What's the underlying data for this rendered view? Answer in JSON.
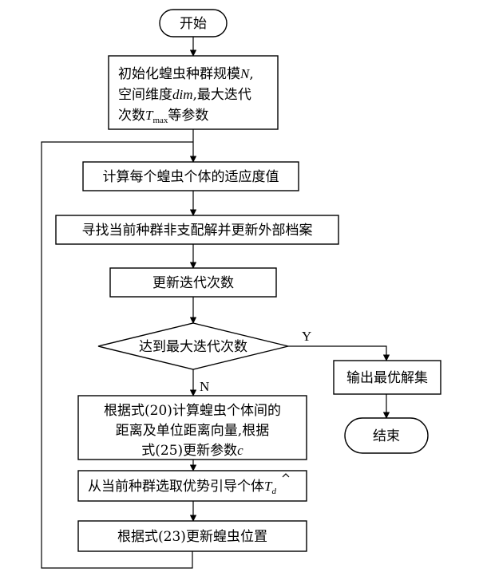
{
  "nodes": {
    "start": "开始",
    "init": {
      "line1_pre": "初始化蝗虫种群规模",
      "line1_var": "N",
      "line1_post": ",",
      "line2_pre": "空间维度",
      "line2_var": "dim",
      "line2_post": ",最大迭代",
      "line3_pre": "次数",
      "line3_var": "T",
      "line3_sub": "max",
      "line3_post": "等参数"
    },
    "fitness": "计算每个蝗虫个体的适应度值",
    "archive": "寻找当前种群非支配解并更新外部档案",
    "update_iter": "更新迭代次数",
    "decision": "达到最大迭代次数",
    "distance": {
      "line1": "根据式(20)计算蝗虫个体间的",
      "line2": "距离及单位距离向量,根据",
      "line3_pre": "式(25)更新参数",
      "line3_var": "c"
    },
    "select": {
      "pre": "从当前种群选取优势引导个体",
      "var": "T",
      "sub": "d"
    },
    "update_pos": "根据式(23)更新蝗虫位置",
    "output": "输出最优解集",
    "end": "结束"
  },
  "edges": {
    "yes_label": "Y",
    "no_label": "N"
  }
}
